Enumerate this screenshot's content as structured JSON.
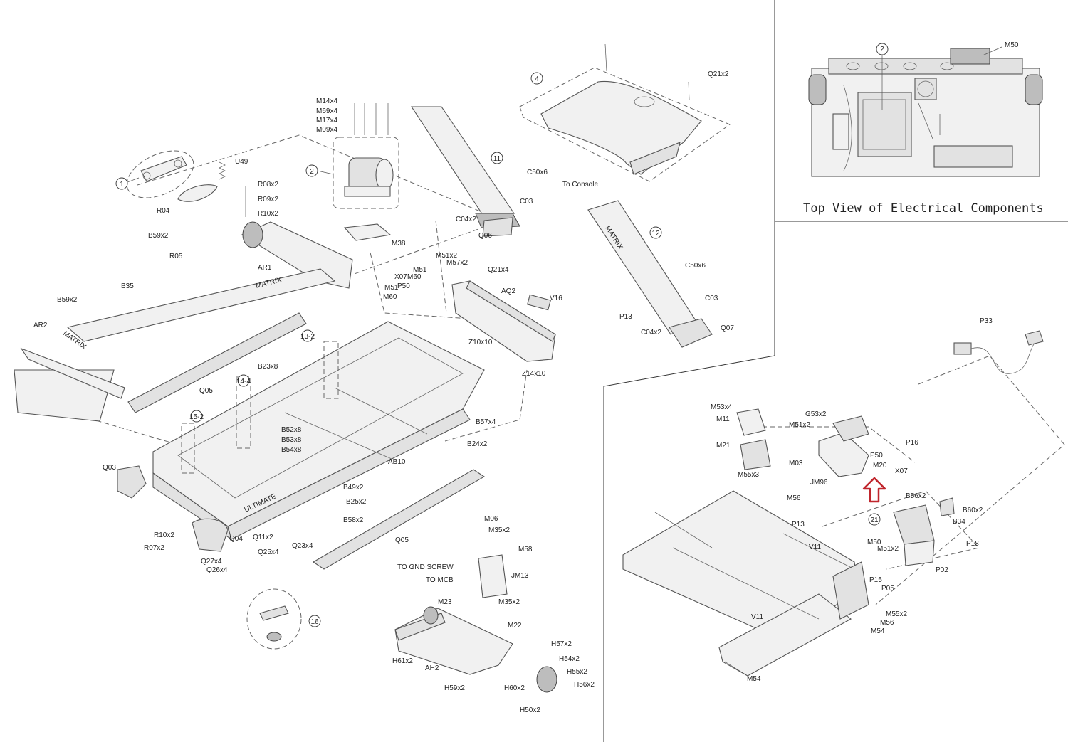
{
  "caption": "Top View of Electrical Components",
  "annotation_color": "#c0262d",
  "callouts": [
    {
      "id": "c1",
      "text": "1"
    },
    {
      "id": "c2",
      "text": "2"
    },
    {
      "id": "c4",
      "text": "4"
    },
    {
      "id": "c11",
      "text": "11"
    },
    {
      "id": "c12",
      "text": "12"
    },
    {
      "id": "c13",
      "text": "13-2"
    },
    {
      "id": "c14",
      "text": "14-4"
    },
    {
      "id": "c15",
      "text": "15-2"
    },
    {
      "id": "c16",
      "text": "16"
    },
    {
      "id": "c2b",
      "text": "2"
    },
    {
      "id": "c21",
      "text": "21"
    }
  ],
  "labels": [
    {
      "id": "l001",
      "text": "U49"
    },
    {
      "id": "l002",
      "text": "R08x2"
    },
    {
      "id": "l003",
      "text": "R09x2"
    },
    {
      "id": "l004",
      "text": "R04"
    },
    {
      "id": "l005",
      "text": "R10x2"
    },
    {
      "id": "l006",
      "text": "B59x2"
    },
    {
      "id": "l007",
      "text": "R05"
    },
    {
      "id": "l008",
      "text": "AR1"
    },
    {
      "id": "l009",
      "text": "B35"
    },
    {
      "id": "l010",
      "text": "B59x2"
    },
    {
      "id": "l011",
      "text": "AR2"
    },
    {
      "id": "l012",
      "text": "Q05"
    },
    {
      "id": "l013",
      "text": "B23x8"
    },
    {
      "id": "l014",
      "text": "B52x8"
    },
    {
      "id": "l015",
      "text": "B53x8"
    },
    {
      "id": "l016",
      "text": "B54x8"
    },
    {
      "id": "l017",
      "text": "Q03"
    },
    {
      "id": "l018",
      "text": "R10x2"
    },
    {
      "id": "l019",
      "text": "R07x2"
    },
    {
      "id": "l020",
      "text": "Q04"
    },
    {
      "id": "l021",
      "text": "Q27x4"
    },
    {
      "id": "l022",
      "text": "Q26x4"
    },
    {
      "id": "l023",
      "text": "Q11x2"
    },
    {
      "id": "l024",
      "text": "Q25x4"
    },
    {
      "id": "l025",
      "text": "Q23x4"
    },
    {
      "id": "l026",
      "text": "AB10"
    },
    {
      "id": "l027",
      "text": "B49x2"
    },
    {
      "id": "l028",
      "text": "B25x2"
    },
    {
      "id": "l029",
      "text": "B58x2"
    },
    {
      "id": "l030",
      "text": "Q05"
    },
    {
      "id": "l031",
      "text": "B57x4"
    },
    {
      "id": "l032",
      "text": "B24x2"
    },
    {
      "id": "l033",
      "text": "M14x4"
    },
    {
      "id": "l034",
      "text": "M69x4"
    },
    {
      "id": "l035",
      "text": "M17x4"
    },
    {
      "id": "l036",
      "text": "M09x4"
    },
    {
      "id": "l037",
      "text": "M38"
    },
    {
      "id": "l038",
      "text": "C50x6"
    },
    {
      "id": "l039",
      "text": "C03"
    },
    {
      "id": "l040",
      "text": "C04x2"
    },
    {
      "id": "l041",
      "text": "Q06"
    },
    {
      "id": "l042",
      "text": "M51x2"
    },
    {
      "id": "l043",
      "text": "M57x2"
    },
    {
      "id": "l044",
      "text": "M51"
    },
    {
      "id": "l045",
      "text": "X07"
    },
    {
      "id": "l046",
      "text": "M60"
    },
    {
      "id": "l047",
      "text": "P50"
    },
    {
      "id": "l048",
      "text": "M51"
    },
    {
      "id": "l049",
      "text": "M60"
    },
    {
      "id": "l050",
      "text": "Q21x4"
    },
    {
      "id": "l051",
      "text": "AQ2"
    },
    {
      "id": "l052",
      "text": "V16"
    },
    {
      "id": "l053",
      "text": "Z10x10"
    },
    {
      "id": "l054",
      "text": "Z14x10"
    },
    {
      "id": "l055",
      "text": "Q21x2"
    },
    {
      "id": "l056",
      "text": "To Console"
    },
    {
      "id": "l057",
      "text": "C50x6"
    },
    {
      "id": "l058",
      "text": "C03"
    },
    {
      "id": "l059",
      "text": "P13"
    },
    {
      "id": "l060",
      "text": "C04x2"
    },
    {
      "id": "l061",
      "text": "Q07"
    },
    {
      "id": "l062",
      "text": "M06"
    },
    {
      "id": "l063",
      "text": "M35x2"
    },
    {
      "id": "l064",
      "text": "M58"
    },
    {
      "id": "l065",
      "text": "TO GND SCREW"
    },
    {
      "id": "l066",
      "text": "TO MCB"
    },
    {
      "id": "l067",
      "text": "JM13"
    },
    {
      "id": "l068",
      "text": "M23"
    },
    {
      "id": "l069",
      "text": "M35x2"
    },
    {
      "id": "l070",
      "text": "M22"
    },
    {
      "id": "l071",
      "text": "H61x2"
    },
    {
      "id": "l072",
      "text": "AH2"
    },
    {
      "id": "l073",
      "text": "H59x2"
    },
    {
      "id": "l074",
      "text": "H60x2"
    },
    {
      "id": "l075",
      "text": "H57x2"
    },
    {
      "id": "l076",
      "text": "H54x2"
    },
    {
      "id": "l077",
      "text": "H55x2"
    },
    {
      "id": "l078",
      "text": "H56x2"
    },
    {
      "id": "l079",
      "text": "H50x2"
    },
    {
      "id": "l080",
      "text": "M50"
    },
    {
      "id": "l081",
      "text": "P33"
    },
    {
      "id": "l082",
      "text": "M53x4"
    },
    {
      "id": "l083",
      "text": "M11"
    },
    {
      "id": "l084",
      "text": "G53x2"
    },
    {
      "id": "l085",
      "text": "M51x2"
    },
    {
      "id": "l086",
      "text": "P16"
    },
    {
      "id": "l087",
      "text": "M21"
    },
    {
      "id": "l088",
      "text": "P50"
    },
    {
      "id": "l089",
      "text": "M20"
    },
    {
      "id": "l090",
      "text": "M03"
    },
    {
      "id": "l091",
      "text": "X07"
    },
    {
      "id": "l092",
      "text": "JM96"
    },
    {
      "id": "l093",
      "text": "M55x3"
    },
    {
      "id": "l094",
      "text": "M56"
    },
    {
      "id": "l095",
      "text": "B56x2"
    },
    {
      "id": "l096",
      "text": "B60x2"
    },
    {
      "id": "l097",
      "text": "B34"
    },
    {
      "id": "l098",
      "text": "P13"
    },
    {
      "id": "l099",
      "text": "V11"
    },
    {
      "id": "l100",
      "text": "M50"
    },
    {
      "id": "l101",
      "text": "M51x2"
    },
    {
      "id": "l102",
      "text": "P18"
    },
    {
      "id": "l103",
      "text": "P02"
    },
    {
      "id": "l104",
      "text": "P15"
    },
    {
      "id": "l105",
      "text": "P05"
    },
    {
      "id": "l106",
      "text": "V11"
    },
    {
      "id": "l107",
      "text": "M55x2"
    },
    {
      "id": "l108",
      "text": "M56"
    },
    {
      "id": "l109",
      "text": "M54"
    },
    {
      "id": "l110",
      "text": "M54"
    }
  ],
  "brand_marks": [
    "MATRIX",
    "MATRIX",
    "MATRIX",
    "ULTIMATE"
  ]
}
